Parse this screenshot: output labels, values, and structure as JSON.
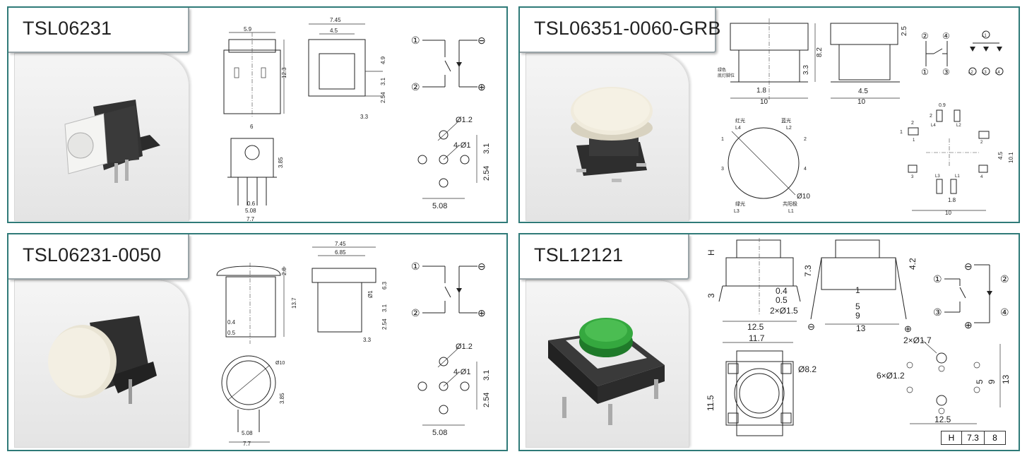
{
  "panels": [
    {
      "title": "TSL06231",
      "dims": {
        "w1": "5.9",
        "h1": "12.3",
        "w2": "7.45",
        "w3": "4.5",
        "h2": "4.9",
        "h3": "3.1",
        "h4": "2.54",
        "w4": "3.3",
        "w5": "6",
        "h5": "3.85",
        "w6": "0.6",
        "w7": "5.08",
        "w8": "7.7"
      },
      "circuit": {
        "p1": "①",
        "p2": "②",
        "minus": "⊖",
        "plus": "⊕"
      },
      "pcb": {
        "d1": "Ø1.2",
        "d2": "4-Ø1",
        "v1": "3.1",
        "v2": "2.54",
        "h": "5.08"
      }
    },
    {
      "title": "TSL06351-0060-GRB",
      "dims": {
        "h1": "8.2",
        "h2": "3.3",
        "w1": "1.8",
        "w2": "10",
        "h3": "2.5",
        "w3": "4.5",
        "w4": "10",
        "note1": "绿色",
        "note2": "底灯脚位"
      },
      "circuit": {
        "p1": "①",
        "p2": "②",
        "p3": "③",
        "p4": "④",
        "l1": "L1",
        "l2": "L2",
        "l3": "L3",
        "l4": "L4"
      },
      "round": {
        "red": "红光",
        "l4": "L4",
        "blue": "蓝光",
        "l2": "L2",
        "green": "绿光",
        "l3": "L3",
        "common": "共阳极",
        "l1": "L1",
        "d": "Ø10",
        "n1": "1",
        "n2": "2",
        "n3": "3",
        "n4": "4"
      },
      "pads": {
        "a": "0.9",
        "b": "2",
        "c": "2",
        "d": "1",
        "e": "4.5",
        "f": "10.1",
        "g": "1.8",
        "h": "10",
        "l1": "L1",
        "l2": "L2",
        "l3": "L3",
        "l4": "L4",
        "n1": "1",
        "n2": "2",
        "n3": "3",
        "n4": "4"
      }
    },
    {
      "title": "TSL06231-0050",
      "dims": {
        "h1": "2.8",
        "h2": "13.7",
        "s1": "0.4",
        "s2": "0.5",
        "w1": "7.45",
        "w2": "6.85",
        "d1": "Ø1",
        "h3": "6.3",
        "h4": "3.1",
        "h5": "2.54",
        "w3": "3.3",
        "d2": "Ø10",
        "h6": "3.85",
        "w4": "5.08",
        "w5": "7.7"
      },
      "circuit": {
        "p1": "①",
        "p2": "②",
        "minus": "⊖",
        "plus": "⊕"
      },
      "pcb": {
        "d1": "Ø1.2",
        "d2": "4-Ø1",
        "v1": "3.1",
        "v2": "2.54",
        "h": "5.08"
      }
    },
    {
      "title": "TSL12121",
      "dims": {
        "H": "H",
        "h1": "3",
        "s1": "0.4",
        "s2": "0.5",
        "d1": "2×Ø1.5",
        "w1": "12.5",
        "h2": "7.3",
        "h3": "4.2",
        "w2": "1",
        "w3": "5",
        "w4": "9",
        "w5": "13",
        "w6": "11.7",
        "d2": "Ø8.2",
        "h4": "11.5"
      },
      "circuit": {
        "p1": "①",
        "p2": "②",
        "p3": "③",
        "p4": "④",
        "minus": "⊖",
        "plus": "⊕"
      },
      "pcb": {
        "d1": "2×Ø1.7",
        "d2": "6×Ø1.2",
        "v1": "5",
        "v2": "9",
        "v3": "13",
        "h": "12.5"
      },
      "table": {
        "c1": "H",
        "c2": "7.3",
        "c3": "8"
      }
    }
  ],
  "colors": {
    "border": "#2f7a78",
    "bodyDark": "#2b2b2b",
    "cap": "#efeadb",
    "green": "#2fa33a"
  }
}
